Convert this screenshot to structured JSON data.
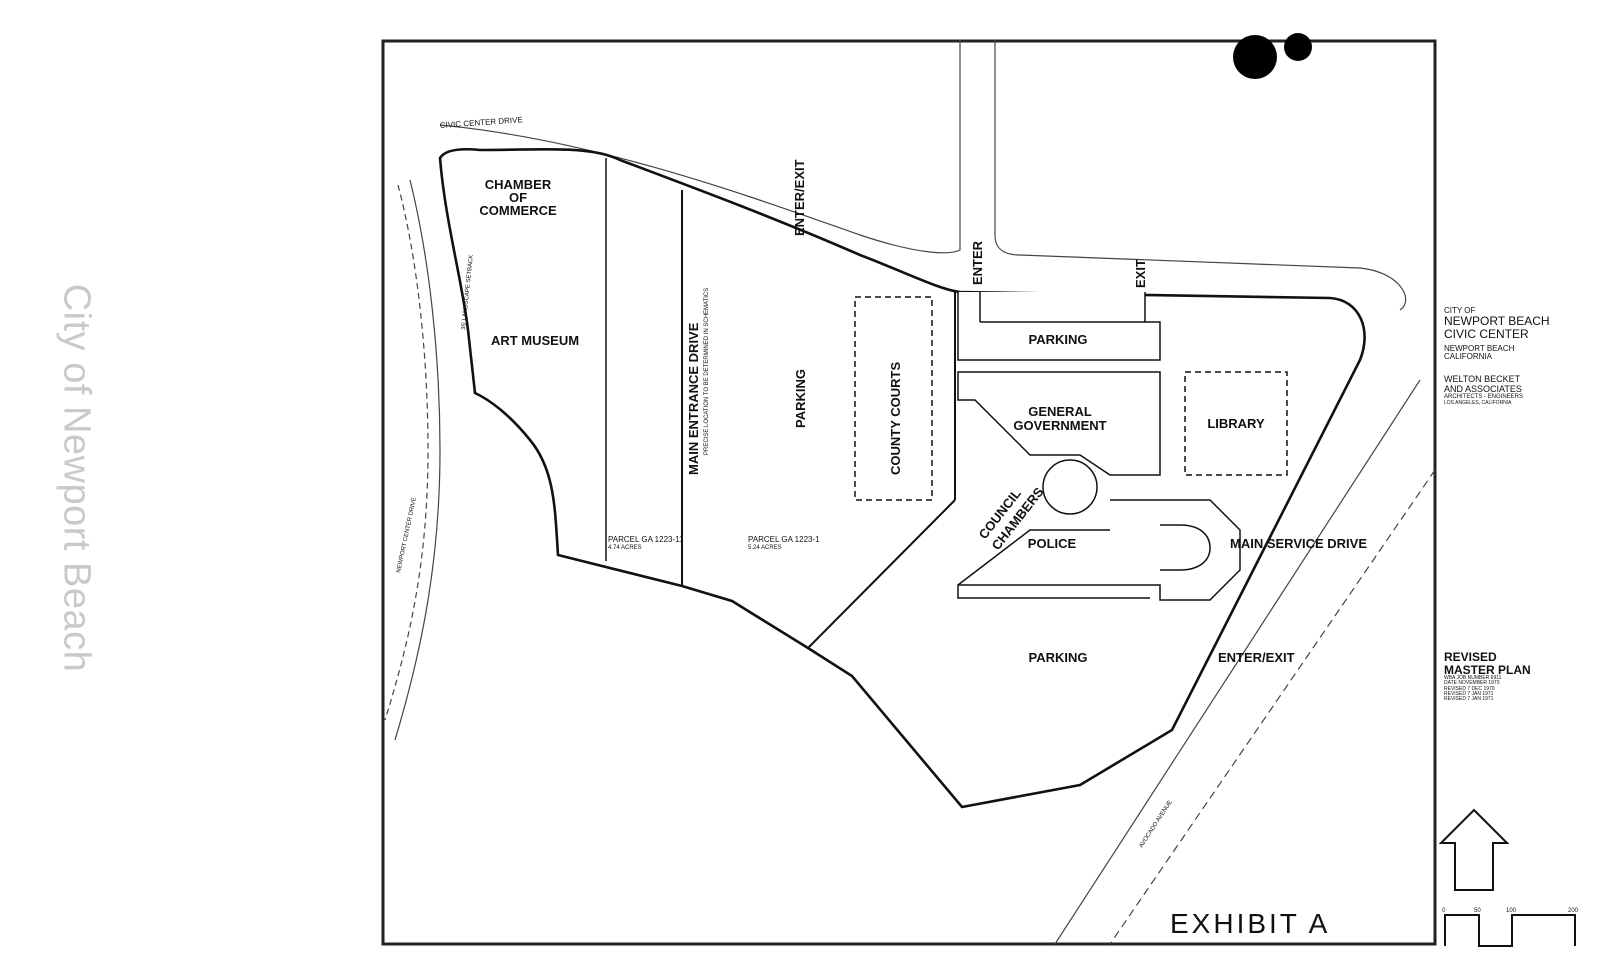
{
  "watermark": "City of Newport Beach",
  "labels": {
    "civic_center_drive": "CIVIC CENTER DRIVE",
    "chamber_1": "CHAMBER",
    "chamber_2": "OF",
    "chamber_3": "COMMERCE",
    "art_museum": "ART MUSEUM",
    "newport_center_drive": "NEWPORT CENTER DRIVE",
    "landscape_setback": "35' LANDSCAPE SETBACK",
    "main_entrance_drive": "MAIN ENTRANCE DRIVE",
    "precise_location": "PRECISE LOCATION TO BE DETERMINED IN SCHEMATICS",
    "enter_exit_top": "ENTER/EXIT",
    "enter": "ENTER",
    "exit": "EXIT",
    "parking_left": "PARKING",
    "county_courts": "COUNTY COURTS",
    "parking_top": "PARKING",
    "general_government_1": "GENERAL",
    "general_government_2": "GOVERNMENT",
    "library": "LIBRARY",
    "council_chambers_1": "COUNCIL",
    "council_chambers_2": "CHAMBERS",
    "police": "POLICE",
    "main_service_drive": "MAIN SERVICE DRIVE",
    "parcel_a": "PARCEL GA 1223-11",
    "parcel_a_acres": "4.74 ACRES",
    "parcel_b": "PARCEL GA 1223-1",
    "parcel_b_acres": "5.24 ACRES",
    "parking_bottom": "PARKING",
    "enter_exit_right": "ENTER/EXIT",
    "avocado_avenue": "AVOCADO AVENUE",
    "exhibit": "EXHIBIT A"
  },
  "title_block": {
    "city_of": "CITY OF",
    "civic_1": "NEWPORT BEACH",
    "civic_2": "CIVIC CENTER",
    "location_1": "NEWPORT BEACH",
    "location_2": "CALIFORNIA",
    "firm_1": "WELTON BECKET",
    "firm_2": "AND ASSOCIATES",
    "firm_3": "ARCHITECTS - ENGINEERS",
    "firm_4": "LOS ANGELES, CALIFORNIA",
    "revised": "REVISED",
    "master_plan": "MASTER PLAN",
    "notes": [
      "WBA JOB NUMBER 6911",
      "DATE NOVEMBER 1970",
      "REVISED 7 DEC 1970",
      "REVISED 7 JAN 1971",
      "REVISED 7 JAN 1971"
    ]
  },
  "scale_bar": [
    "0",
    "50",
    "100",
    "200"
  ]
}
